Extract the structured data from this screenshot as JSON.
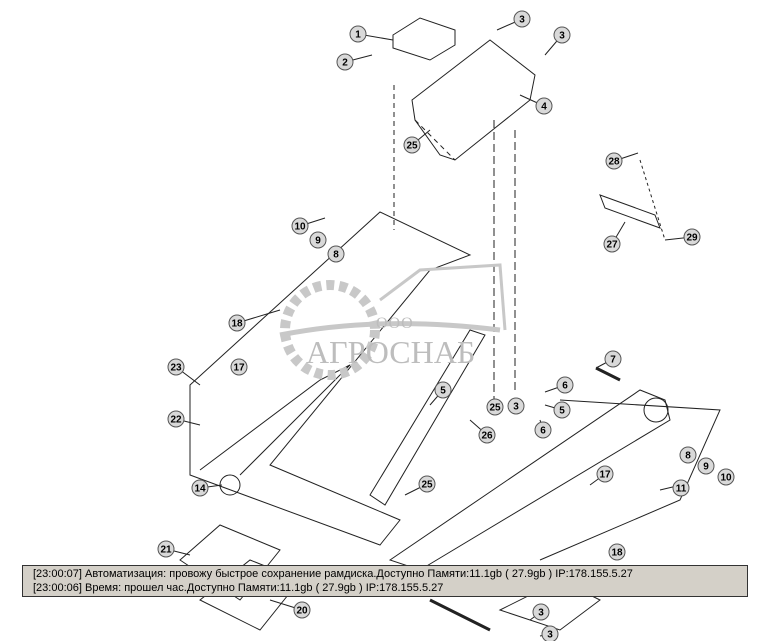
{
  "diagram": {
    "callouts": [
      "1",
      "2",
      "3",
      "3",
      "4",
      "25",
      "28",
      "29",
      "27",
      "10",
      "9",
      "8",
      "18",
      "17",
      "23",
      "22",
      "14",
      "7",
      "6",
      "5",
      "6",
      "3",
      "25",
      "5",
      "26",
      "25",
      "17",
      "11",
      "8",
      "9",
      "10",
      "21",
      "20",
      "3",
      "3",
      "18"
    ]
  },
  "watermark": {
    "prefix": "ООО",
    "name": "АГРОСНАБ"
  },
  "log": {
    "lines": [
      "[23:00:07]  Автоматизация: провожу быстрое сохранение рамдиска.Доступно Памяти:11.1gb  ( 27.9gb ) IP:178.155.5.27",
      "[23:00:06]  Время: прошел час.Доступно Памяти:11.1gb  ( 27.9gb ) IP:178.155.5.27"
    ]
  },
  "colors": {
    "line": "#222222",
    "callout_fill": "#d9d9d9",
    "log_bg": "#d4d0c8",
    "watermark": "#bdbdbd"
  }
}
